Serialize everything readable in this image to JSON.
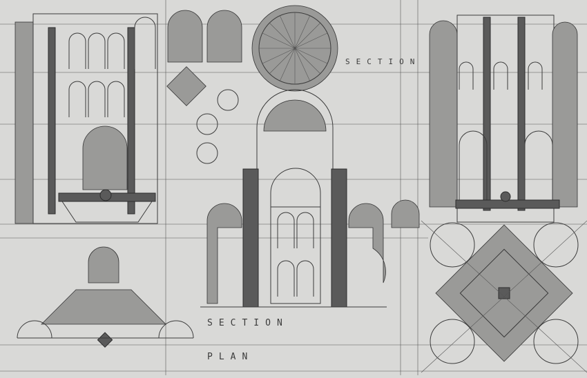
{
  "drawing": {
    "labels": {
      "section_main": "SECTION",
      "section_top": "SECTION",
      "plan": "PLAN"
    },
    "colors": {
      "paper": "#d9d9d7",
      "ink": "#3b3b3b"
    }
  }
}
